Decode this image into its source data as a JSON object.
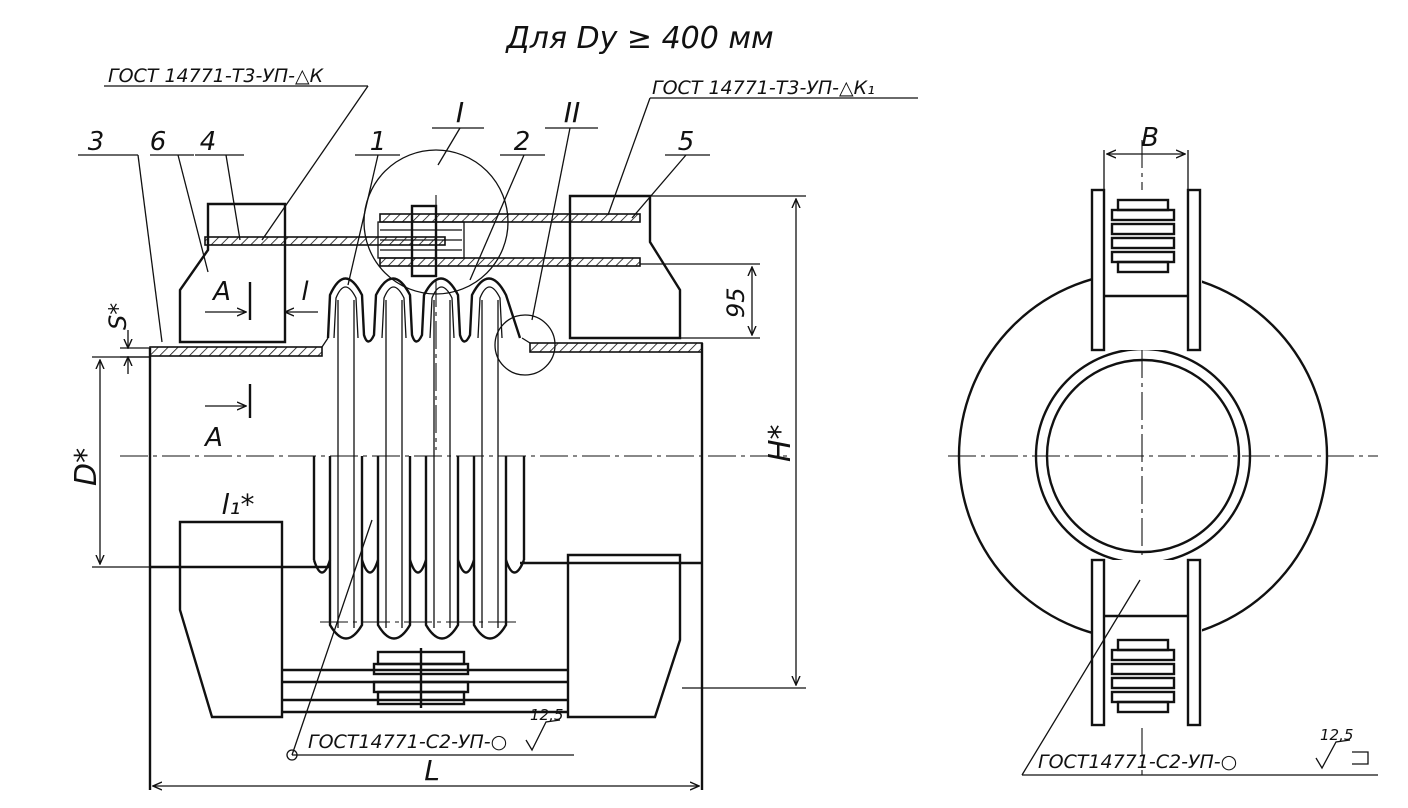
{
  "title": "Для Dy ≥ 400 мм",
  "callouts": {
    "weld_k": "ГОСТ 14771-Т3-УП-△К",
    "weld_k1": "ГОСТ 14771-Т3-УП-△К₁",
    "weld_c2_front": "ГОСТ14771-С2-УП-○",
    "weld_c2_side": "ГОСТ14771-С2-УП-○"
  },
  "roughness": {
    "front": "12,5",
    "side": "12,5"
  },
  "part_numbers": [
    "3",
    "6",
    "4",
    "1",
    "2",
    "5"
  ],
  "detail_marks": [
    "I",
    "II"
  ],
  "section_marks": [
    "А",
    "А"
  ],
  "dimensions": {
    "s": "S*",
    "l": "l",
    "d": "D*",
    "l1": "l₁*",
    "h": "H*",
    "height95": "95",
    "length": "L",
    "width": "B"
  }
}
